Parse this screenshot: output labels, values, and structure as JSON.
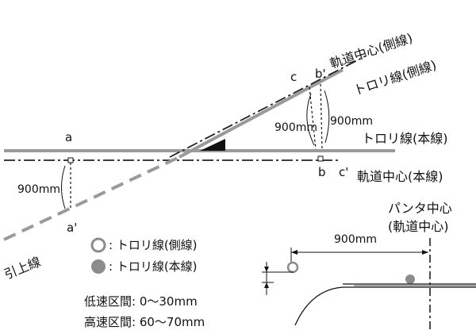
{
  "colors": {
    "trolley_main": "#9a9a9a",
    "trolley_side": "#9a9a9a",
    "track_center": "#222222",
    "dimension": "#111111",
    "filled_marker": "#8c8c8c"
  },
  "labels": {
    "point_a": "a",
    "point_a_prime": "a'",
    "point_b_top": "b'",
    "point_c_top": "c",
    "point_b_bottom": "b",
    "point_c_bottom": "c'",
    "dim_left": "900mm",
    "dim_right_upper": "900mm",
    "dim_right_lower": "900mm",
    "track_center_side": "軌道中心(側線)",
    "trolley_side": "トロリ線(側線)",
    "trolley_main": "トロリ線(本線)",
    "track_center_main": "軌道中心(本線)",
    "siding": "引上線",
    "panta_center_line1": "パンタ中心",
    "panta_center_line2": "(軌道中心)",
    "dim_detail": "900mm"
  },
  "legend": {
    "items": [
      {
        "marker": "hollow-circle-icon",
        "text": ": トロリ線(側線)"
      },
      {
        "marker": "filled-circle-icon",
        "text": ": トロリ線(本線)"
      }
    ]
  },
  "speed_sections": [
    {
      "text": "低速区間: 0〜30mm"
    },
    {
      "text": "高速区間: 60〜70mm"
    }
  ]
}
